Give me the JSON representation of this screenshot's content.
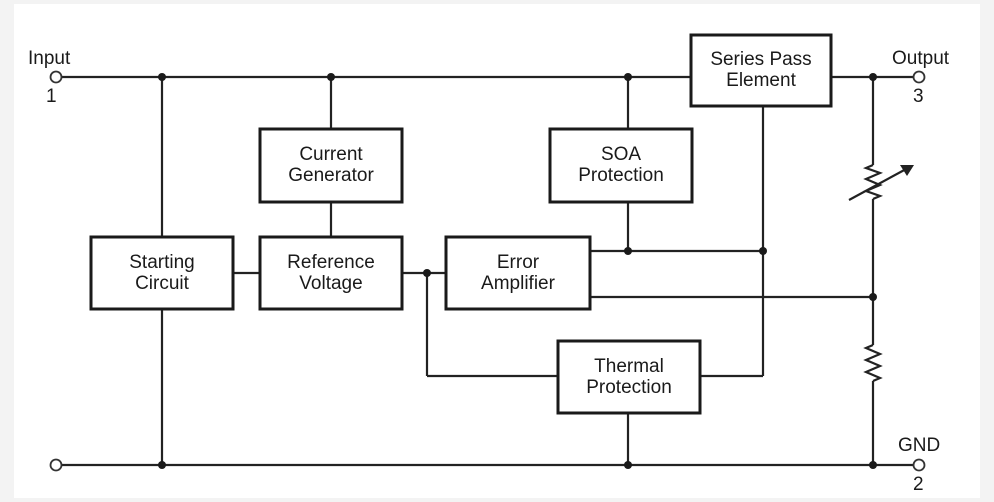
{
  "terminals": {
    "input": {
      "name": "Input",
      "pin": "1"
    },
    "output": {
      "name": "Output",
      "pin": "3"
    },
    "gnd": {
      "name": "GND",
      "pin": "2"
    }
  },
  "blocks": {
    "current_generator": [
      "Current",
      "Generator"
    ],
    "soa_protection": [
      "SOA",
      "Protection"
    ],
    "series_pass": [
      "Series Pass",
      "Element"
    ],
    "starting_circuit": [
      "Starting",
      "Circuit"
    ],
    "reference_voltage": [
      "Reference",
      "Voltage"
    ],
    "error_amplifier": [
      "Error",
      "Amplifier"
    ],
    "thermal_protection": [
      "Thermal",
      "Protection"
    ]
  }
}
